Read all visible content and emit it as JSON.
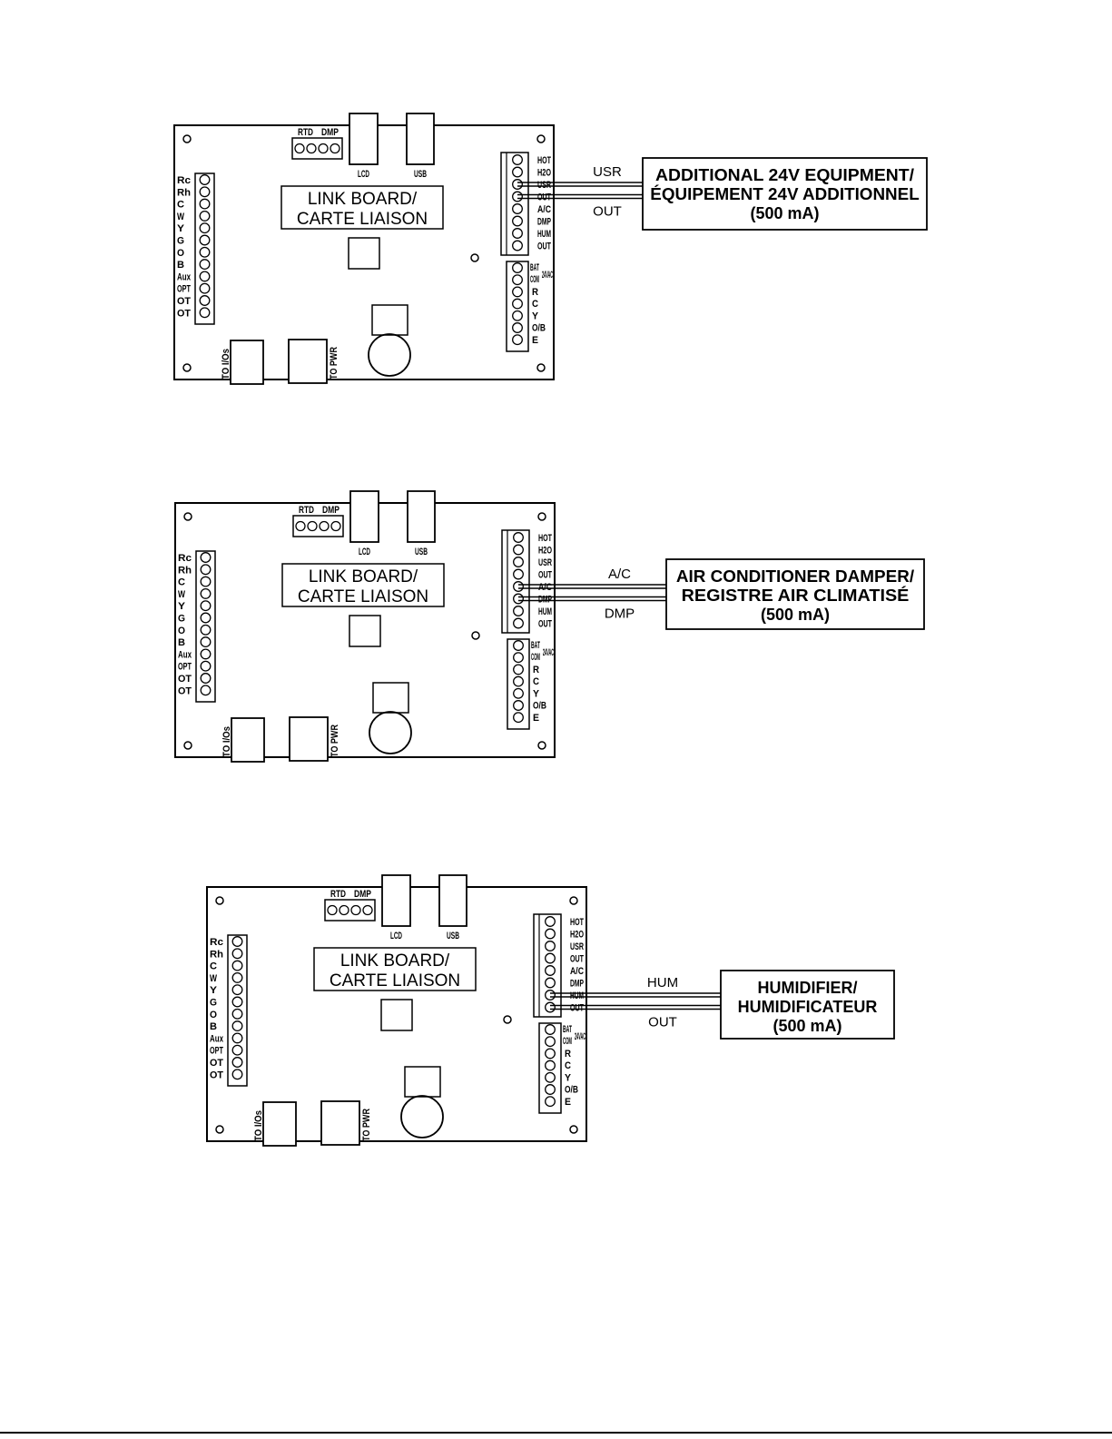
{
  "colors": {
    "line": "#000000",
    "background": "#ffffff"
  },
  "board": {
    "title_line1": "LINK BOARD/",
    "title_line2": "CARTE LIAISON",
    "top_labels": [
      "RTD",
      "DMP"
    ],
    "lcd": "LCD",
    "usb": "USB",
    "left_terminals": [
      "Rc",
      "Rh",
      "C",
      "W",
      "Y",
      "G",
      "O",
      "B",
      "Aux",
      "OPT",
      "OT",
      "OT"
    ],
    "right_terminals_upper": [
      "HOT",
      "H2O",
      "USR",
      "OUT",
      "A/C",
      "DMP",
      "HUM",
      "OUT"
    ],
    "right_terminals_lower_header": [
      "BAT",
      "COM",
      "24VAC"
    ],
    "right_terminals_lower": [
      "R",
      "C",
      "Y",
      "O/B",
      "E"
    ],
    "to_ios": "TO I/Os",
    "to_pwr": "TO PWR"
  },
  "diagrams": [
    {
      "wire_labels": [
        "USR",
        "OUT"
      ],
      "device_lines": [
        "ADDITIONAL 24V EQUIPMENT/",
        "ÉQUIPEMENT 24V ADDITIONNEL",
        "(500 mA)"
      ]
    },
    {
      "wire_labels": [
        "A/C",
        "DMP"
      ],
      "device_lines": [
        "AIR CONDITIONER DAMPER/",
        "REGISTRE AIR CLIMATISÉ",
        "(500 mA)"
      ]
    },
    {
      "wire_labels": [
        "HUM",
        "OUT"
      ],
      "device_lines": [
        "HUMIDIFIER/",
        "HUMIDIFICATEUR",
        "(500 mA)"
      ]
    }
  ]
}
